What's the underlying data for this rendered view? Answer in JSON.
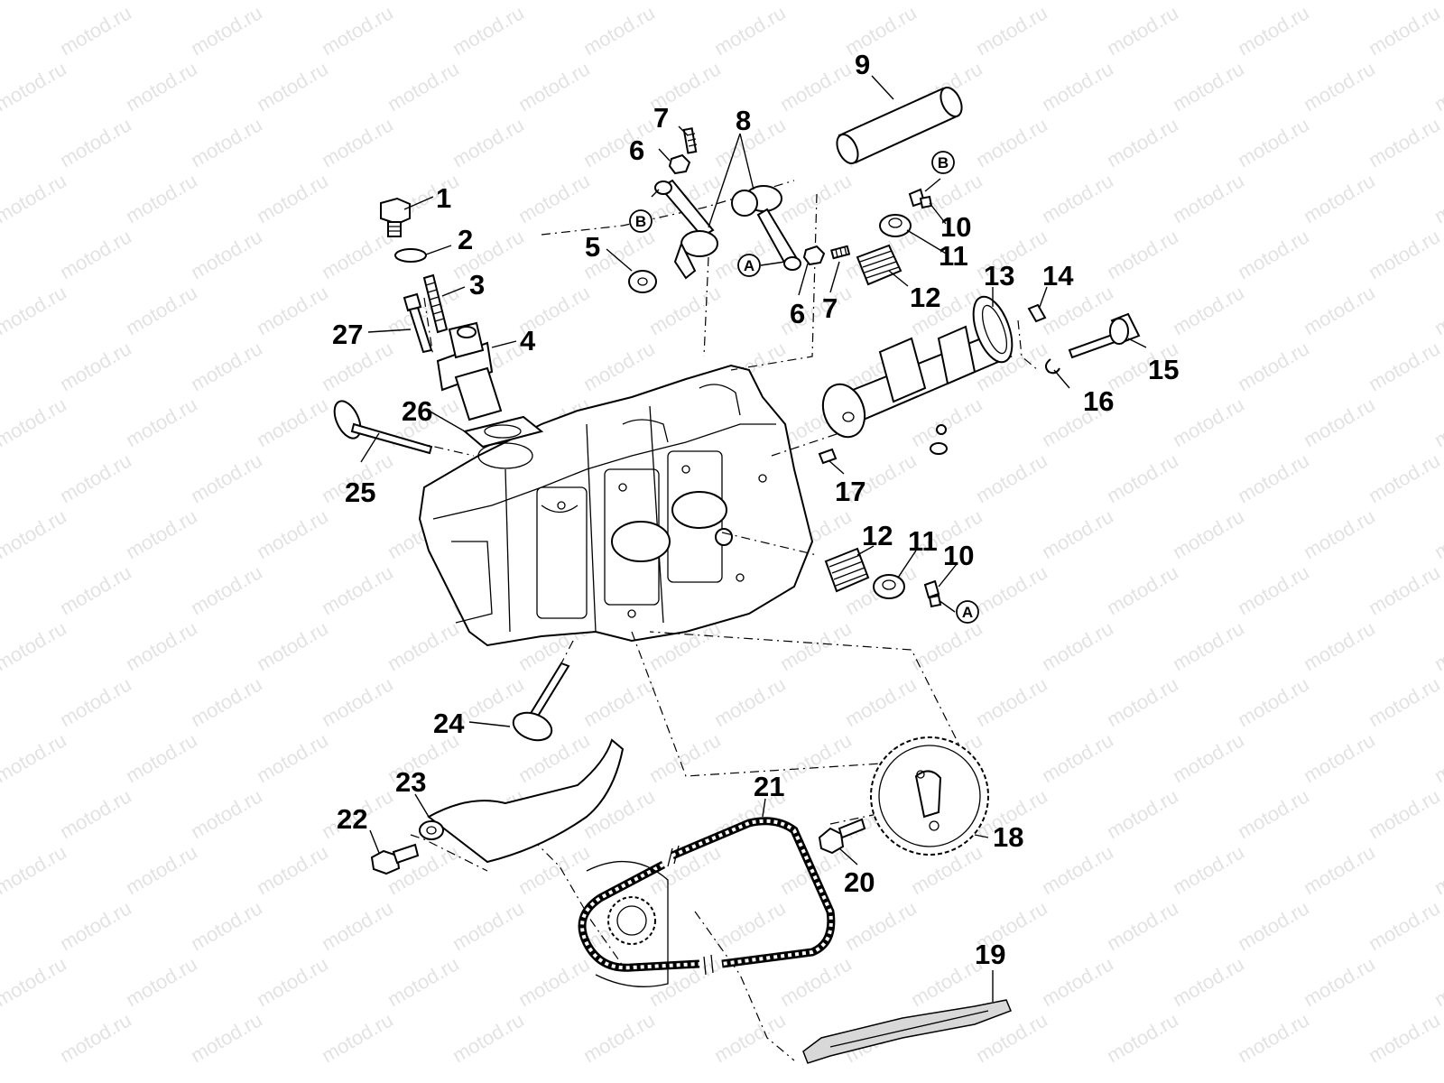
{
  "watermark": "motod.ru",
  "callouts": [
    {
      "label": "1"
    },
    {
      "label": "2"
    },
    {
      "label": "3"
    },
    {
      "label": "4"
    },
    {
      "label": "5"
    },
    {
      "label": "6"
    },
    {
      "label": "6"
    },
    {
      "label": "7"
    },
    {
      "label": "7"
    },
    {
      "label": "8"
    },
    {
      "label": "9"
    },
    {
      "label": "10"
    },
    {
      "label": "10"
    },
    {
      "label": "11"
    },
    {
      "label": "11"
    },
    {
      "label": "12"
    },
    {
      "label": "12"
    },
    {
      "label": "13"
    },
    {
      "label": "14"
    },
    {
      "label": "15"
    },
    {
      "label": "16"
    },
    {
      "label": "17"
    },
    {
      "label": "18"
    },
    {
      "label": "19"
    },
    {
      "label": "20"
    },
    {
      "label": "21"
    },
    {
      "label": "22"
    },
    {
      "label": "23"
    },
    {
      "label": "24"
    },
    {
      "label": "25"
    },
    {
      "label": "26"
    },
    {
      "label": "27"
    }
  ],
  "reference_circles": [
    {
      "label": "B"
    },
    {
      "label": "B"
    },
    {
      "label": "A"
    },
    {
      "label": "A"
    }
  ]
}
